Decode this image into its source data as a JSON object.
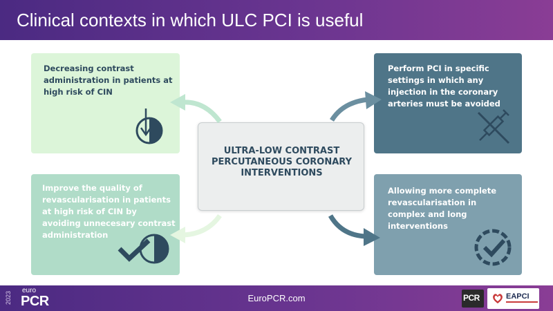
{
  "header": {
    "title": "Clinical contexts in which ULC PCI is useful"
  },
  "center": {
    "label": "ULTRA-LOW CONTRAST PERCUTANEOUS CORONARY INTERVENTIONS"
  },
  "cards": {
    "top_left": {
      "text": "Decreasing contrast administration in patients at high risk of CIN",
      "icon": "contrast-decrease-icon"
    },
    "top_right": {
      "text": "Perform PCI in specific settings in which any injection in the coronary arteries must be avoided",
      "icon": "no-syringe-icon"
    },
    "bottom_left": {
      "text": "Improve the quality of revascularisation in patients at high risk of CIN by avoiding unnecesary contrast administration",
      "icon": "check-contrast-icon"
    },
    "bottom_right": {
      "text": "Allowing more complete revascularisation in complex and long interventions",
      "icon": "progress-check-icon"
    }
  },
  "footer": {
    "year": "2023",
    "logo_small": "euro",
    "logo_big": "PCR",
    "url": "EuroPCR.com",
    "badge": "PCR",
    "partner": "EAPCI"
  },
  "colors": {
    "header": "#5a2f88",
    "card_tl": "#dcf5d9",
    "card_tr": "#4f7588",
    "card_bl": "#b0dcc8",
    "card_br": "#7fa0ae",
    "text_dark": "#2e4a5e"
  }
}
